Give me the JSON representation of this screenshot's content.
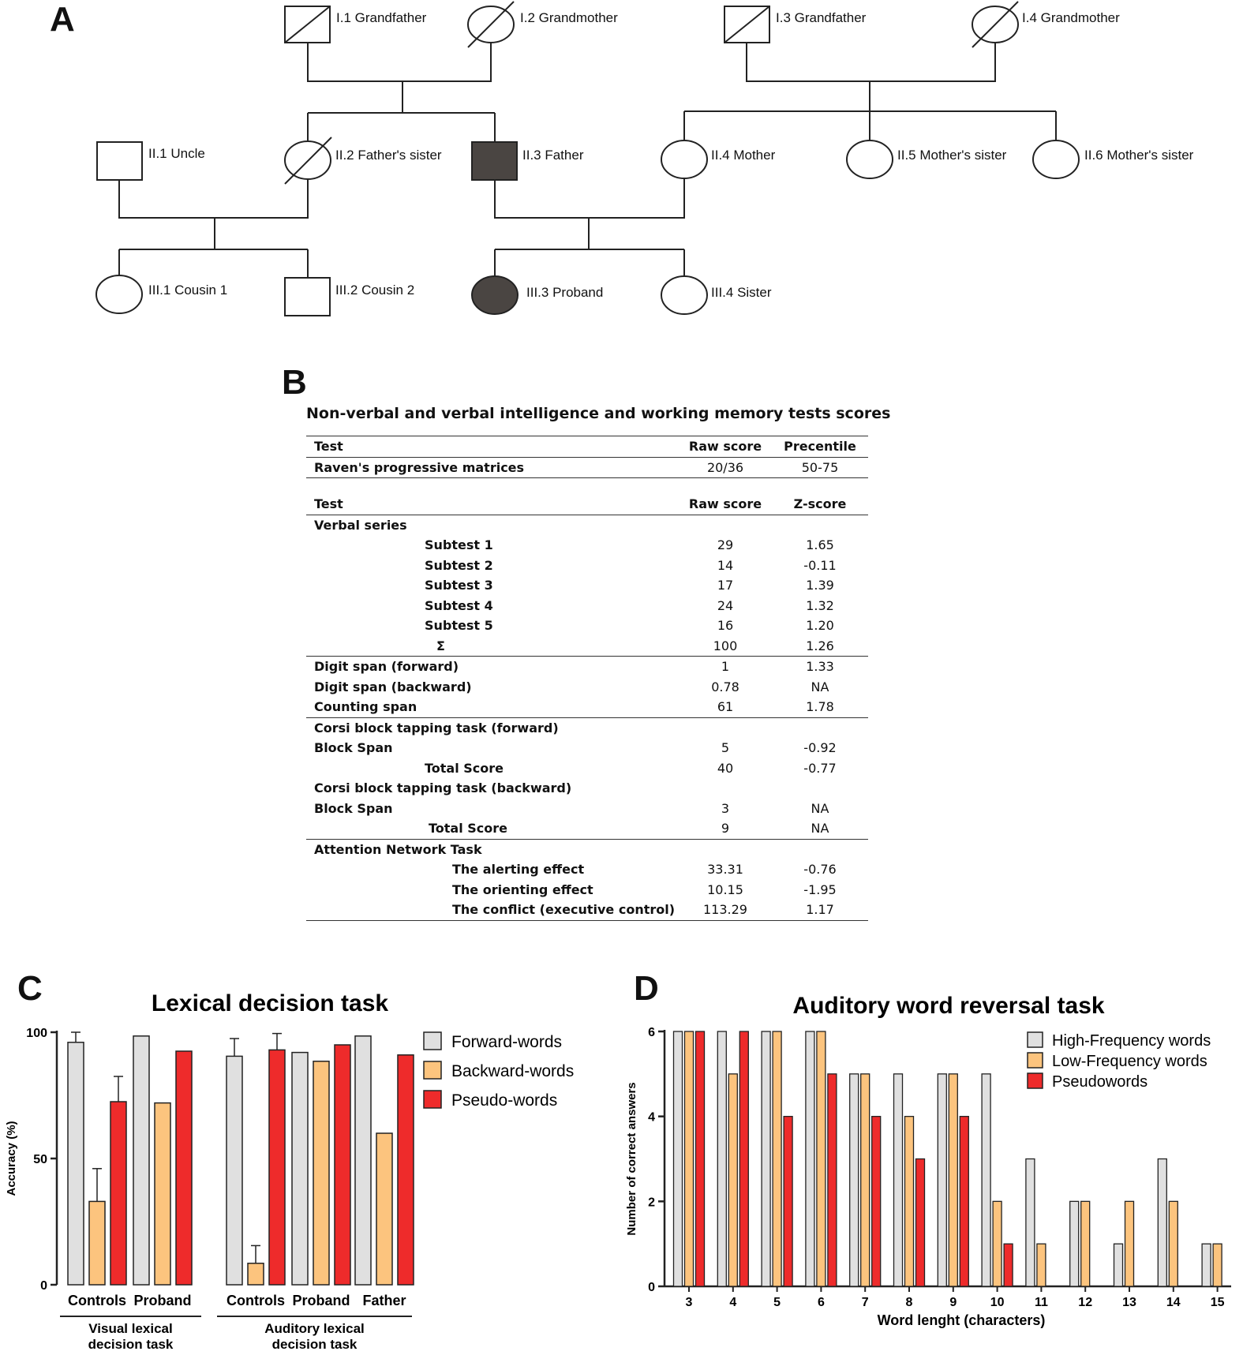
{
  "panels": {
    "a": "A",
    "b": "B",
    "c": "C",
    "d": "D"
  },
  "pedigree": {
    "i1": "I.1 Grandfather",
    "i2": "I.2 Grandmother",
    "i3": "I.3 Grandfather",
    "i4": "I.4 Grandmother",
    "ii1": "II.1 Uncle",
    "ii2": "II.2 Father's sister",
    "ii3": "II.3 Father",
    "ii4": "II.4 Mother",
    "ii5": "II.5 Mother's sister",
    "ii6": "II.6 Mother's sister",
    "iii1": "III.1 Cousin 1",
    "iii2": "III.2 Cousin 2",
    "iii3": "III.3 Proband",
    "iii4": "III.4 Sister"
  },
  "table": {
    "title": "Non-verbal and verbal intelligence and working memory tests scores",
    "header1": [
      "Test",
      "Raw score",
      "Precentile"
    ],
    "raven": [
      "Raven's progressive matrices",
      "20/36",
      "50-75"
    ],
    "header2": [
      "Test",
      "Raw score",
      "Z-score"
    ],
    "verbal_series": "Verbal series",
    "subtests": [
      [
        "Subtest 1",
        "29",
        "1.65"
      ],
      [
        "Subtest 2",
        "14",
        "-0.11"
      ],
      [
        "Subtest 3",
        "17",
        "1.39"
      ],
      [
        "Subtest 4",
        "24",
        "1.32"
      ],
      [
        "Subtest 5",
        "16",
        "1.20"
      ],
      [
        "Σ",
        "100",
        "1.26"
      ]
    ],
    "digit_forward": [
      "Digit span (forward)",
      "1",
      "1.33"
    ],
    "digit_backward": [
      "Digit span (backward)",
      "0.78",
      "NA"
    ],
    "counting": [
      "Counting span",
      "61",
      "1.78"
    ],
    "corsi_fwd": "Corsi block tapping task (forward)",
    "corsi_fwd_block": [
      "Block Span",
      "5",
      "-0.92"
    ],
    "corsi_fwd_total": [
      "Total Score",
      "40",
      "-0.77"
    ],
    "corsi_bwd": "Corsi block tapping task (backward)",
    "corsi_bwd_block": [
      "Block Span",
      "3",
      "NA"
    ],
    "corsi_bwd_total": [
      "Total Score",
      "9",
      "NA"
    ],
    "ant": "Attention Network Task",
    "ant_rows": [
      [
        "The alerting effect",
        "33.31",
        "-0.76"
      ],
      [
        "The orienting effect",
        "10.15",
        "-1.95"
      ],
      [
        "The conflict (executive control)",
        "113.29",
        "1.17"
      ]
    ]
  },
  "chart_data": [
    {
      "type": "bar",
      "title": "Lexical  decision task",
      "ylabel": "Accuracy (%)",
      "ylim": [
        0,
        100
      ],
      "yticks": [
        0,
        50,
        100
      ],
      "groups": [
        {
          "name": "Visual lexical decision task",
          "categories": [
            "Controls",
            "Proband"
          ]
        },
        {
          "name": "Auditory lexical decision task",
          "categories": [
            "Controls",
            "Proband",
            "Father"
          ]
        }
      ],
      "categories": [
        "Controls",
        "Proband",
        "Controls",
        "Proband",
        "Father"
      ],
      "series": [
        {
          "name": "Forward-words",
          "color": "#e0e0e0",
          "values": [
            96,
            98.5,
            90.5,
            92,
            98.5
          ],
          "errors": [
            4,
            null,
            7,
            null,
            null
          ]
        },
        {
          "name": "Backward-words",
          "color": "#fcc47e",
          "values": [
            33,
            72,
            8.5,
            88.5,
            60
          ],
          "errors": [
            13,
            null,
            7,
            null,
            null
          ]
        },
        {
          "name": "Pseudo-words",
          "color": "#ee2b2b",
          "values": [
            72.5,
            92.5,
            93,
            95,
            91
          ],
          "errors": [
            10,
            null,
            6.5,
            null,
            null
          ]
        }
      ]
    },
    {
      "type": "bar",
      "title": "Auditory word reversal task",
      "xlabel": "Word lenght (characters)",
      "ylabel": "Number of correct answers",
      "ylim": [
        0,
        6
      ],
      "yticks": [
        0,
        2,
        4,
        6
      ],
      "categories": [
        "3",
        "4",
        "5",
        "6",
        "7",
        "8",
        "9",
        "10",
        "11",
        "12",
        "13",
        "14",
        "15"
      ],
      "series": [
        {
          "name": "High-Frequency words",
          "color": "#e0e0e0",
          "values": [
            6,
            6,
            6,
            6,
            5,
            5,
            5,
            5,
            3,
            2,
            1,
            3,
            1
          ]
        },
        {
          "name": "Low-Frequency words",
          "color": "#fcc47e",
          "values": [
            6,
            5,
            6,
            6,
            5,
            4,
            5,
            2,
            1,
            2,
            2,
            2,
            1
          ]
        },
        {
          "name": "Pseudowords",
          "color": "#ee2b2b",
          "values": [
            6,
            6,
            4,
            5,
            4,
            3,
            4,
            1,
            0,
            0,
            0,
            0,
            0
          ]
        }
      ]
    }
  ]
}
